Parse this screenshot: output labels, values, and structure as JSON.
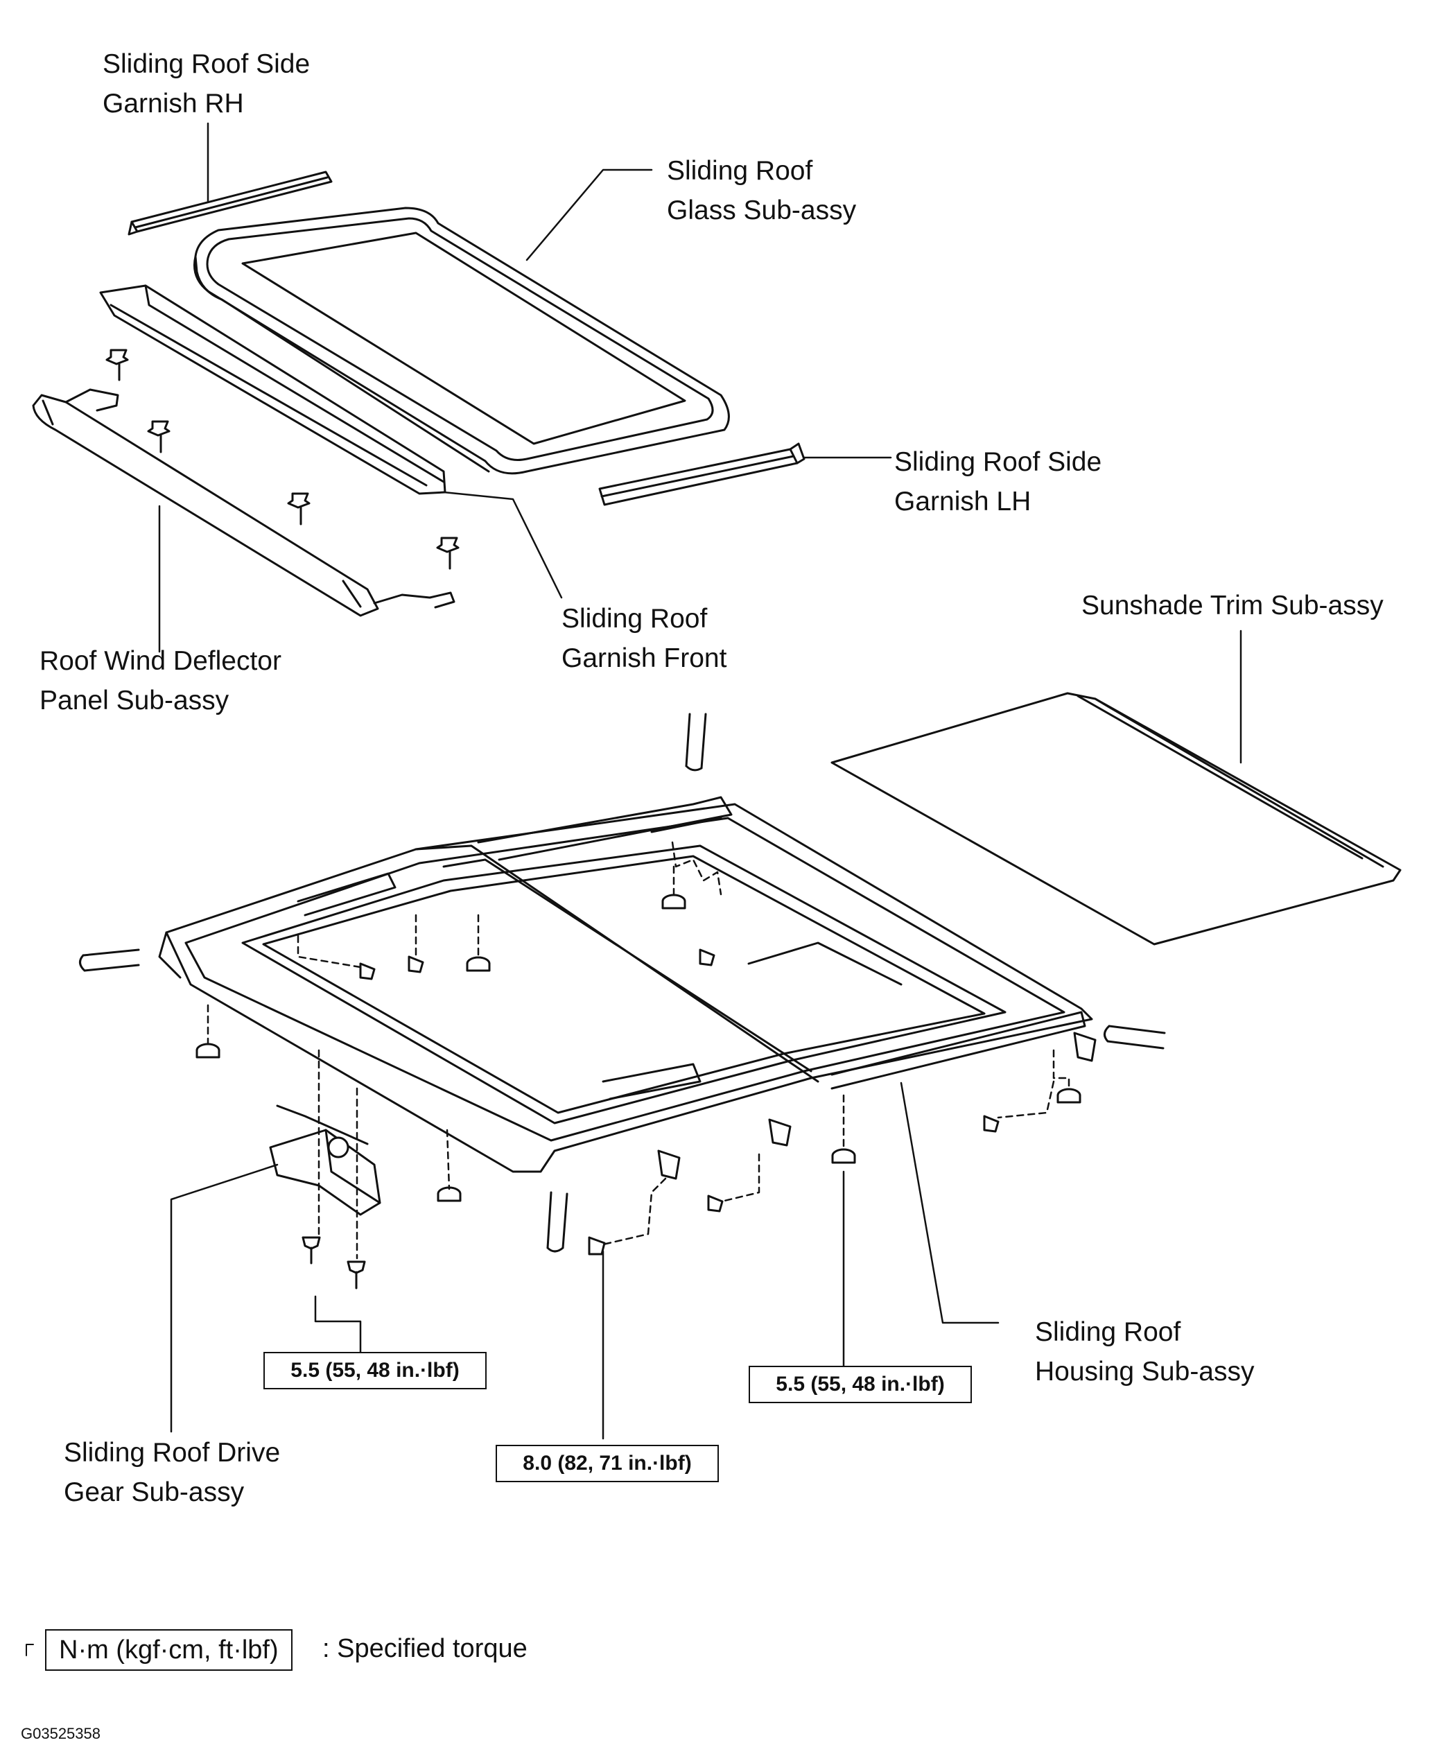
{
  "labels": {
    "garnish_rh": [
      "Sliding Roof Side",
      "Garnish RH"
    ],
    "glass": [
      "Sliding Roof",
      "Glass Sub-assy"
    ],
    "garnish_lh": [
      "Sliding Roof Side",
      "Garnish LH"
    ],
    "garnish_front": [
      "Sliding Roof",
      "Garnish Front"
    ],
    "deflector": [
      "Roof Wind Deflector",
      "Panel Sub-assy"
    ],
    "sunshade": [
      "Sunshade Trim Sub-assy"
    ],
    "housing": [
      "Sliding Roof",
      "Housing Sub-assy"
    ],
    "drive_gear": [
      "Sliding Roof Drive",
      "Gear Sub-assy"
    ]
  },
  "torques": {
    "left": "5.5 (55, 48 in.·lbf)",
    "right": "5.5 (55, 48 in.·lbf)",
    "center": "8.0 (82, 71 in.·lbf)"
  },
  "legend": {
    "box": "N·m (kgf·cm, ft·lbf)",
    "text": ": Specified torque"
  },
  "figure_code": "G03525358"
}
